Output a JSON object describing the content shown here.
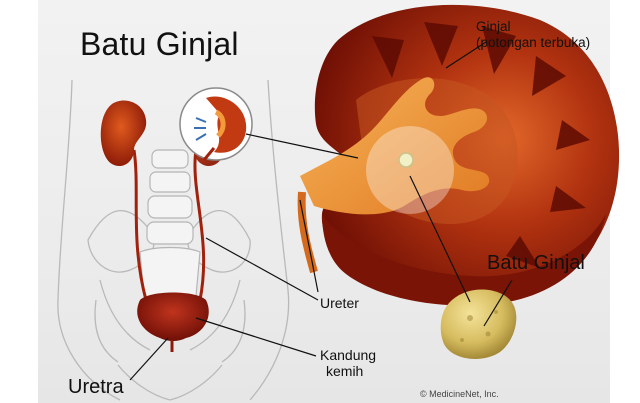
{
  "title": "Batu Ginjal",
  "labels": {
    "ginjal_line1": "Ginjal",
    "ginjal_line2": "(potongan terbuka)",
    "batu_ginjal": "Batu Ginjal",
    "ureter": "Ureter",
    "kandung_line1": "Kandung",
    "kandung_line2": "kemih",
    "uretra": "Uretra"
  },
  "credit": "© MedicineNet, Inc.",
  "colors": {
    "kidney_outer": "#9a1d0a",
    "kidney_inner": "#d14a12",
    "pelvis": "#f39a3a",
    "stone": "#d9c26a",
    "bladder": "#8e1a10",
    "outline": "#b5b5b5"
  }
}
